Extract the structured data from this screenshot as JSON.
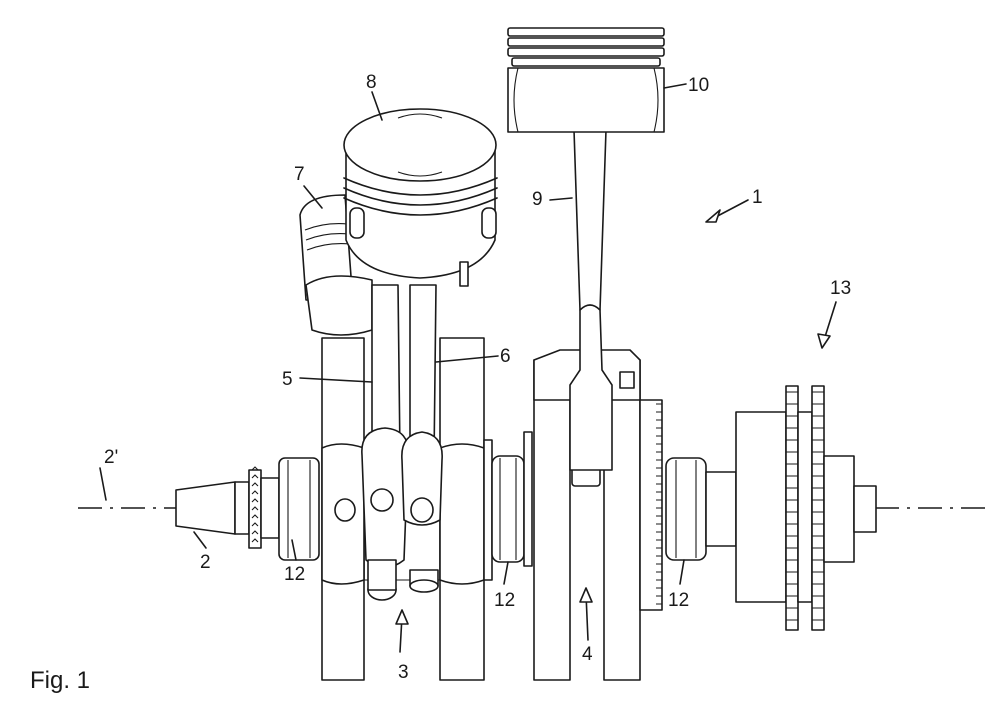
{
  "figure": {
    "caption": "Fig. 1",
    "labels": {
      "assembly": "1",
      "crankshaft": "2",
      "axis": "2'",
      "crank_throw_a": "3",
      "crank_throw_b": "4",
      "conrod_a": "5",
      "conrod_b": "6",
      "piston_c": "7",
      "piston_a": "8",
      "conrod_d": "9",
      "piston_d": "10",
      "bearing": "12",
      "sprocket": "13"
    }
  }
}
